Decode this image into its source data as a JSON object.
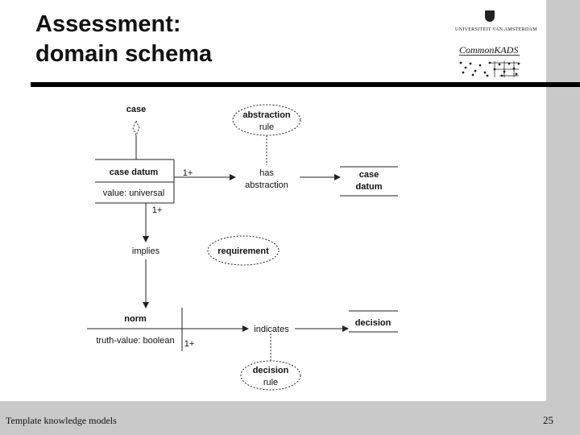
{
  "slide": {
    "title_line1": "Assessment:",
    "title_line2": "domain schema",
    "footer": "Template knowledge models",
    "page_number": "25",
    "logo_university": "UNIVERSITEIT VAN AMSTERDAM",
    "logo_commonkads": "CommonKADS"
  },
  "diagram": {
    "case_label": "case",
    "case_datum_class": {
      "name": "case datum",
      "attribute": "value: universal"
    },
    "norm_class": {
      "name": "norm",
      "attribute": "truth-value: boolean"
    },
    "target_case_datum": {
      "line1": "case",
      "line2": "datum"
    },
    "decision_class": "decision",
    "has_abstraction": {
      "line1": "has",
      "line2": "abstraction"
    },
    "implies": "implies",
    "indicates": "indicates",
    "abstraction_rule": {
      "line1": "abstraction",
      "line2": "rule"
    },
    "requirement": "requirement",
    "decision_rule": {
      "line1": "decision",
      "line2": "rule"
    },
    "card_has_abstraction": "1+",
    "card_implies": "1+",
    "card_indicates": "1+"
  }
}
